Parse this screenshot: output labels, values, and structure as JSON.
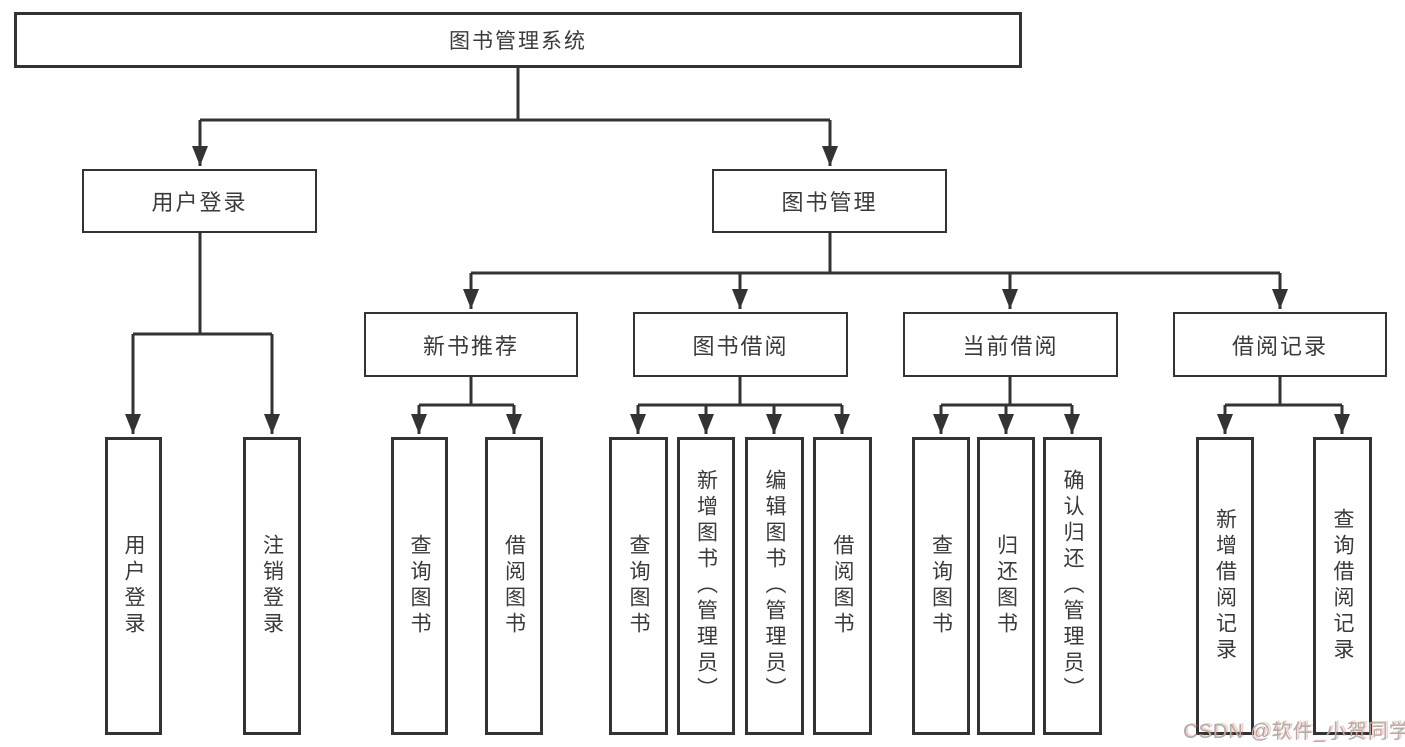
{
  "tree": {
    "root": {
      "label": "图书管理系统",
      "children": [
        {
          "label": "用户登录",
          "children": [
            {
              "label": "用户登录"
            },
            {
              "label": "注销登录"
            }
          ]
        },
        {
          "label": "图书管理",
          "children": [
            {
              "label": "新书推荐",
              "children": [
                {
                  "label": "查询图书"
                },
                {
                  "label": "借阅图书"
                }
              ]
            },
            {
              "label": "图书借阅",
              "children": [
                {
                  "label": "查询图书"
                },
                {
                  "label": "新增图书（管理员）"
                },
                {
                  "label": "编辑图书（管理员）"
                },
                {
                  "label": "借阅图书"
                }
              ]
            },
            {
              "label": "当前借阅",
              "children": [
                {
                  "label": "查询图书"
                },
                {
                  "label": "归还图书"
                },
                {
                  "label": "确认归还（管理员）"
                }
              ]
            },
            {
              "label": "借阅记录",
              "children": [
                {
                  "label": "新增借阅记录"
                },
                {
                  "label": "查询借阅记录"
                }
              ]
            }
          ]
        }
      ]
    }
  },
  "watermark": {
    "text": "CSDN @软件_小贺同学"
  },
  "colors": {
    "line": "#333333",
    "box_border": "#333333",
    "text": "#3a3a3a",
    "background": "#ffffff",
    "watermark_gray": "#adadad",
    "watermark_red": "#fc5531"
  }
}
